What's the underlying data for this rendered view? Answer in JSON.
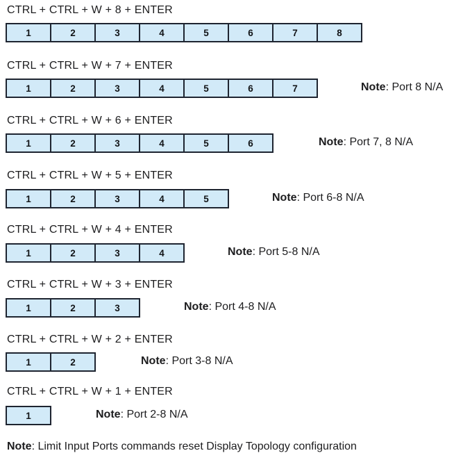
{
  "theme": {
    "background": "#ffffff",
    "box_fill": "#d2eaf8",
    "box_border": "#1e2430",
    "text_color": "#1d1d1f"
  },
  "sections": [
    {
      "command": "CTRL + CTRL + W + 8 + ENTER",
      "ports": [
        "1",
        "2",
        "3",
        "4",
        "5",
        "6",
        "7",
        "8"
      ],
      "note_label": "",
      "note_text": ""
    },
    {
      "command": "CTRL + CTRL + W + 7 + ENTER",
      "ports": [
        "1",
        "2",
        "3",
        "4",
        "5",
        "6",
        "7"
      ],
      "note_label": "Note",
      "note_text": ": Port 8 N/A"
    },
    {
      "command": "CTRL + CTRL + W + 6 + ENTER",
      "ports": [
        "1",
        "2",
        "3",
        "4",
        "5",
        "6"
      ],
      "note_label": "Note",
      "note_text": ": Port 7, 8 N/A"
    },
    {
      "command": "CTRL + CTRL + W + 5 + ENTER",
      "ports": [
        "1",
        "2",
        "3",
        "4",
        "5"
      ],
      "note_label": "Note",
      "note_text": ": Port 6-8 N/A"
    },
    {
      "command": "CTRL + CTRL + W + 4 + ENTER",
      "ports": [
        "1",
        "2",
        "3",
        "4"
      ],
      "note_label": "Note",
      "note_text": ": Port 5-8 N/A"
    },
    {
      "command": "CTRL + CTRL + W + 3 + ENTER",
      "ports": [
        "1",
        "2",
        "3"
      ],
      "note_label": "Note",
      "note_text": ": Port 4-8 N/A"
    },
    {
      "command": "CTRL + CTRL + W + 2 + ENTER",
      "ports": [
        "1",
        "2"
      ],
      "note_label": "Note",
      "note_text": ": Port 3-8 N/A"
    },
    {
      "command": "CTRL + CTRL + W + 1 + ENTER",
      "ports": [
        "1"
      ],
      "note_label": "Note",
      "note_text": ": Port 2-8 N/A"
    }
  ],
  "footer": {
    "note_label": "Note",
    "note_text": ": Limit Input Ports commands reset Display Topology configuration"
  }
}
